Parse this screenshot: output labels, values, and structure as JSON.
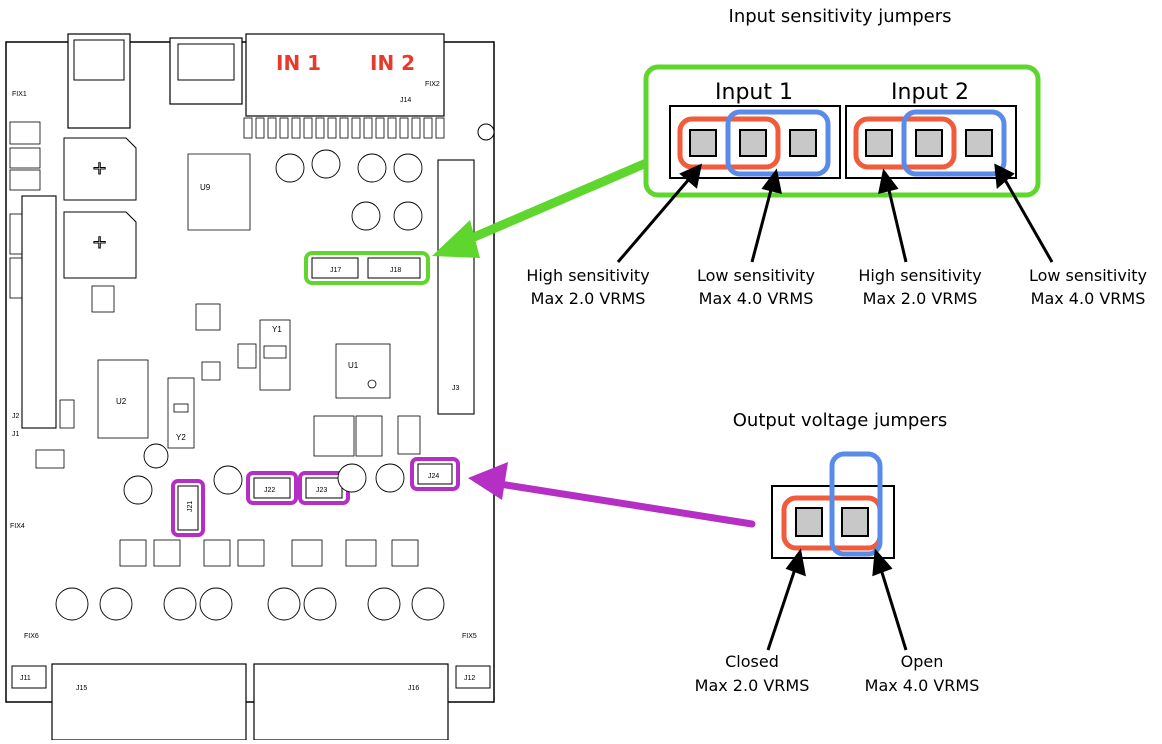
{
  "board": {
    "in1_label": "IN 1",
    "in2_label": "IN 2",
    "label_color": "#e8392a",
    "jumper_labels": {
      "j17": "J17",
      "j18": "J18",
      "j21": "J21",
      "j22": "J22",
      "j23": "J23",
      "j24": "J24"
    },
    "connector_labels": {
      "j11": "J11",
      "j12": "J12",
      "j15": "J15",
      "j16": "J16",
      "j1": "J1",
      "j2": "J2",
      "j3": "J3",
      "j14": "J14",
      "fix1": "FIX1",
      "fix2": "FIX2",
      "fix4": "FIX4",
      "fix5": "FIX5",
      "fix6": "FIX6",
      "u1": "U1",
      "u2": "U2",
      "u9": "U9",
      "y1": "Y1",
      "y2": "Y2"
    }
  },
  "input_panel": {
    "title": "Input sensitivity jumpers",
    "input1_label": "Input 1",
    "input2_label": "Input 2",
    "callouts": [
      {
        "line1": "High sensitivity",
        "line2": "Max 2.0 VRMS"
      },
      {
        "line1": "Low sensitivity",
        "line2": "Max 4.0 VRMS"
      },
      {
        "line1": "High sensitivity",
        "line2": "Max 2.0 VRMS"
      },
      {
        "line1": "Low sensitivity",
        "line2": "Max 4.0 VRMS"
      }
    ]
  },
  "output_panel": {
    "title": "Output voltage jumpers",
    "callouts": [
      {
        "line1": "Closed",
        "line2": "Max 2.0 VRMS"
      },
      {
        "line1": "Open",
        "line2": "Max 4.0 VRMS"
      }
    ]
  },
  "colors": {
    "green": "#5fd62e",
    "purple": "#b52fc4",
    "red": "#f25a3c",
    "blue": "#5b8be8",
    "pin_fill": "#c8c8c8"
  }
}
